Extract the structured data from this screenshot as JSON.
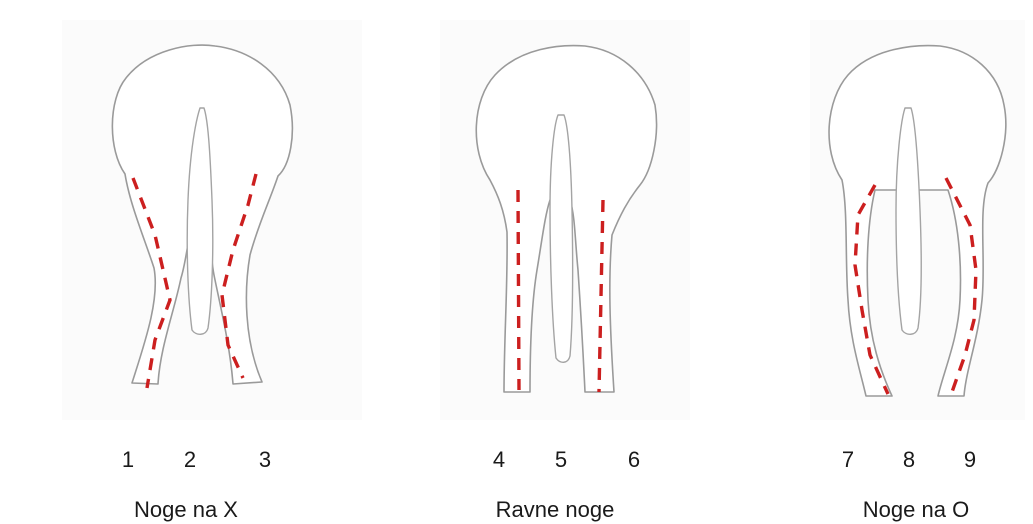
{
  "diagram": {
    "dash_color": "#cc1f1f",
    "panels": [
      {
        "numbers": [
          "1",
          "2",
          "3"
        ],
        "caption": "Noge na X"
      },
      {
        "numbers": [
          "4",
          "5",
          "6"
        ],
        "caption": "Ravne noge"
      },
      {
        "numbers": [
          "7",
          "8",
          "9"
        ],
        "caption": "Noge na O"
      }
    ]
  }
}
